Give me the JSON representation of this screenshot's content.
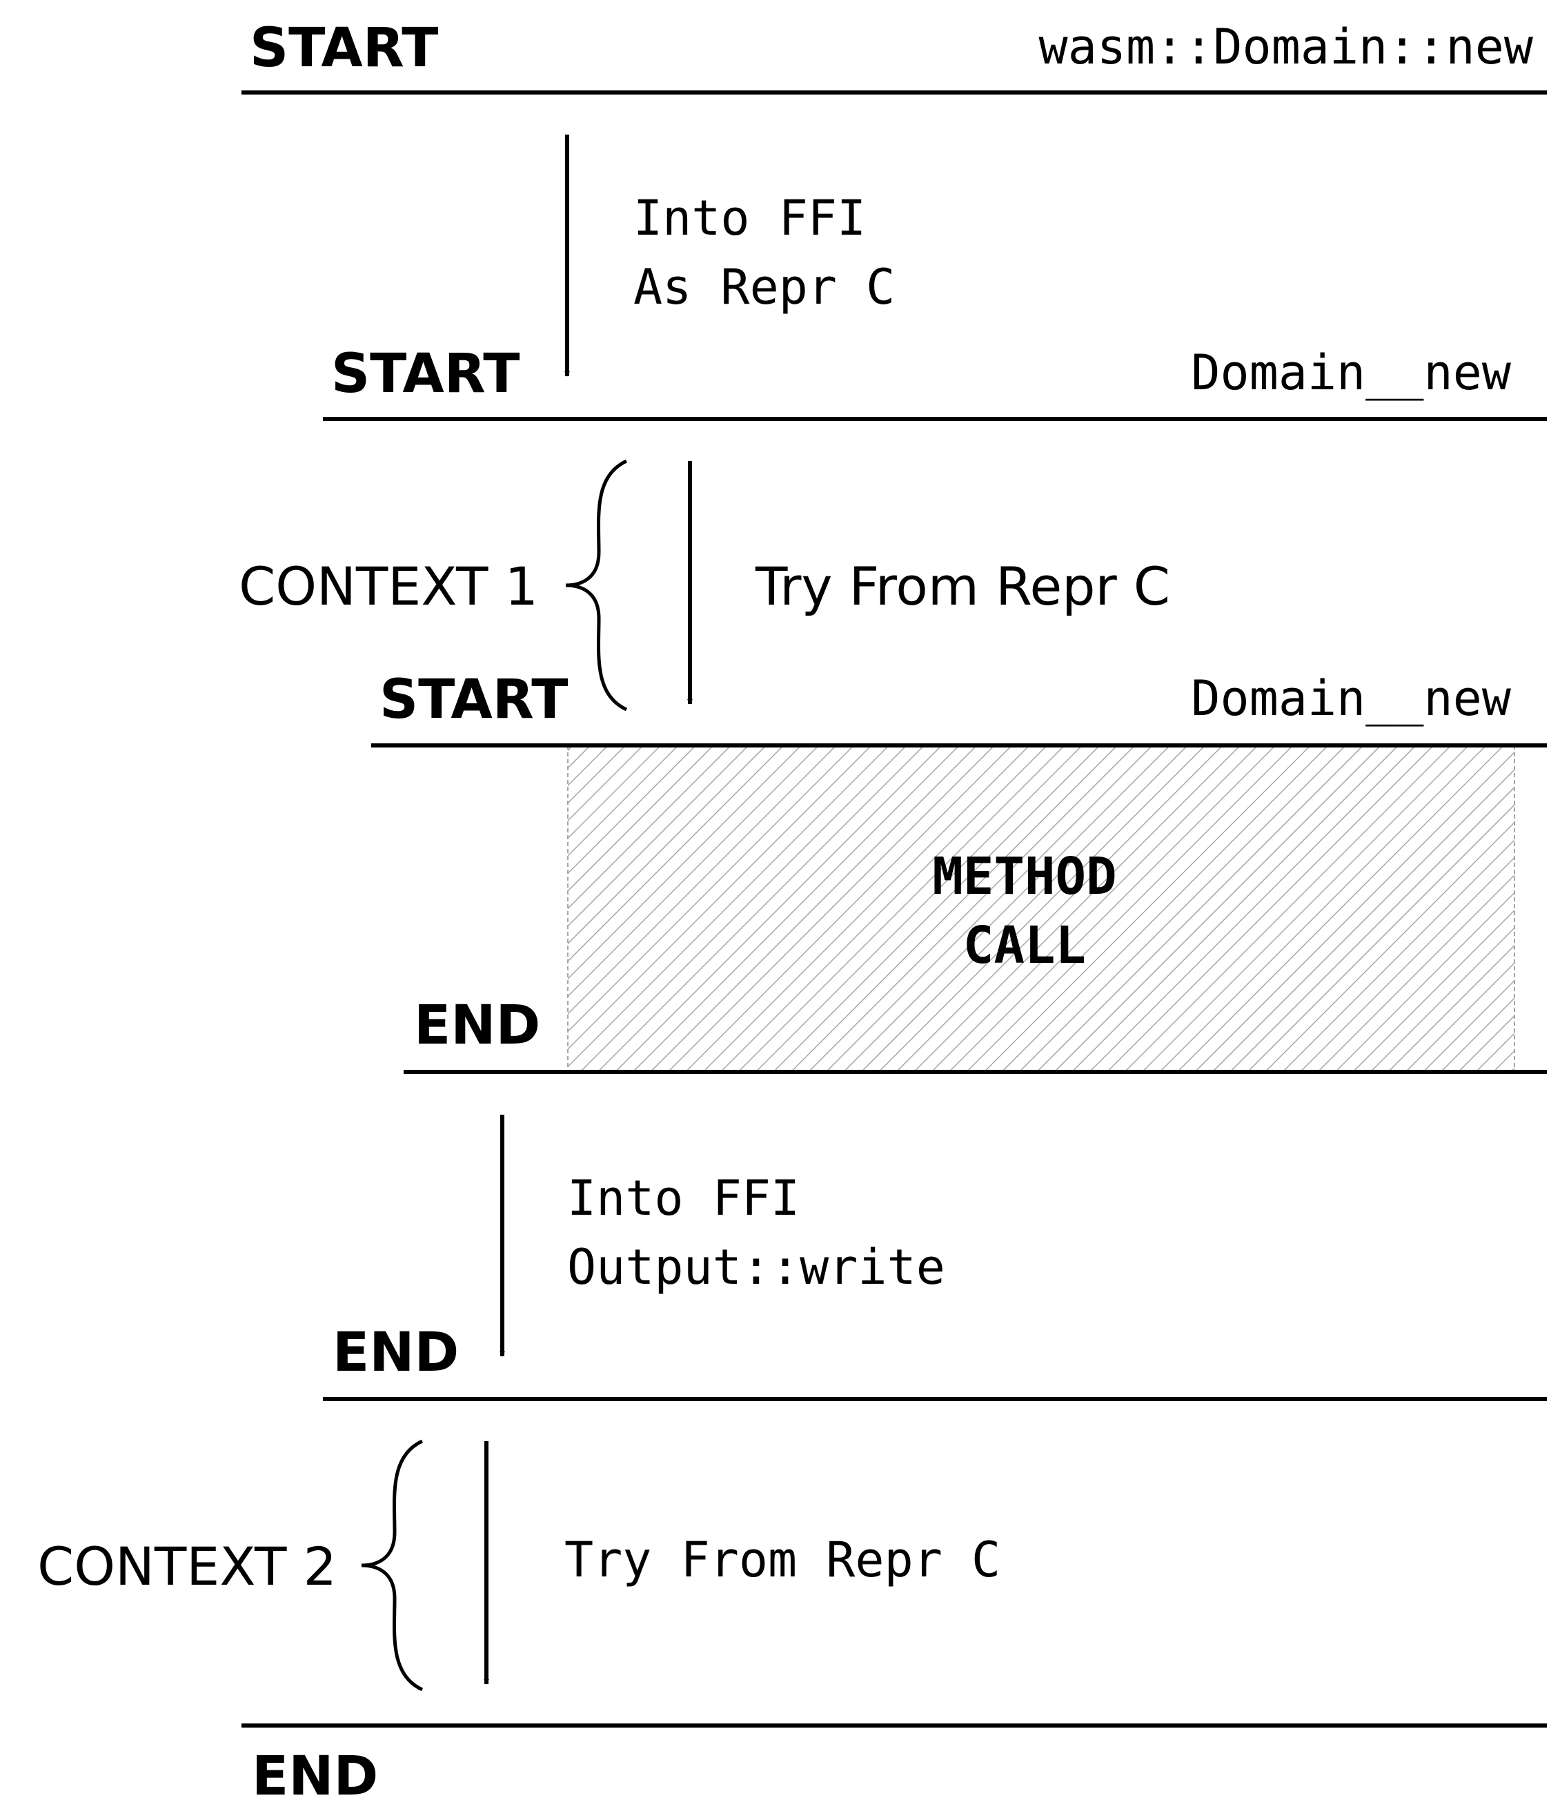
{
  "colors": {
    "ink": "#000000",
    "hatch": "#a6a6a6",
    "background": "#ffffff"
  },
  "levels": [
    {
      "marker": "START",
      "name": "wasm::Domain::new"
    },
    {
      "marker": "START",
      "name": "Domain__new"
    },
    {
      "marker": "START",
      "name": "Domain__new"
    },
    {
      "marker": "END",
      "name": ""
    },
    {
      "marker": "END",
      "name": ""
    },
    {
      "marker": "END",
      "name": ""
    }
  ],
  "transitions": [
    {
      "lines": [
        "Into FFI",
        "As Repr C"
      ]
    },
    {
      "lines": [
        "Try From Repr C"
      ]
    },
    {
      "lines": [
        "Into FFI",
        "Output::write"
      ]
    },
    {
      "lines": [
        "Try From Repr C"
      ]
    }
  ],
  "contexts": [
    {
      "label": "CONTEXT 1"
    },
    {
      "label": "CONTEXT 2"
    }
  ],
  "method_call": {
    "lines": [
      "METHOD",
      "CALL"
    ]
  }
}
